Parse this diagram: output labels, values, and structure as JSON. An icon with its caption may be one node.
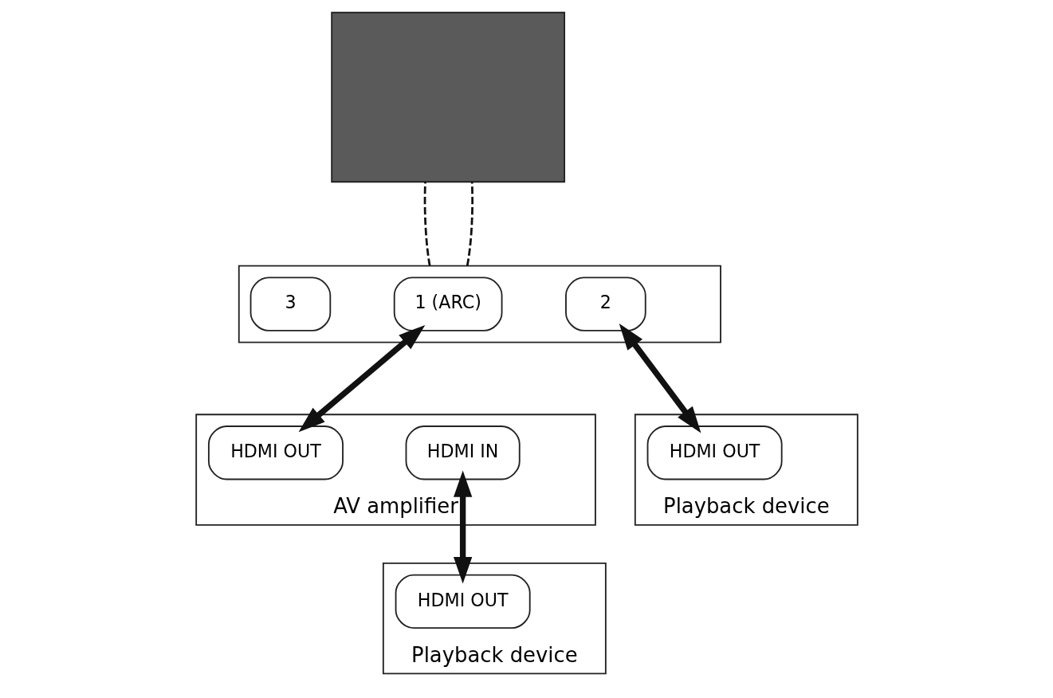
{
  "diagram": {
    "nodes": [
      {
        "text": [],
        "shape": "box"
      },
      {
        "text": [
          "1 (ARC)"
        ],
        "in": 0
      },
      {
        "text": [
          "2"
        ],
        "in": 0
      },
      {
        "text": [
          "3"
        ],
        "in": 0
      },
      {
        "text": [],
        "shape": "box"
      },
      {
        "text": [
          "AV amplifier"
        ]
      },
      {
        "text": [
          "HDMI IN"
        ],
        "in": 5
      },
      {
        "text": [
          "HDMI OUT"
        ],
        "in": 5
      },
      {
        "text": [
          "Playback device"
        ]
      },
      {
        "text": [
          "HDMI OUT"
        ],
        "in": 8
      },
      {
        "text": [
          "Playback device"
        ]
      },
      {
        "text": [
          "HDMI OUT"
        ],
        "in": 10
      }
    ],
    "edges": [
      {
        "from": 0,
        "to": 4,
        "arrow": "none",
        "style": "dashed"
      },
      {
        "from": 0,
        "to": 4,
        "arrow": "none",
        "style": "dashed"
      },
      {
        "from": 7,
        "to": 1,
        "arrow": "both"
      },
      {
        "from": 9,
        "to": 2,
        "arrow": "both"
      },
      {
        "from": 11,
        "to": 6,
        "arrow": "both"
      }
    ]
  }
}
